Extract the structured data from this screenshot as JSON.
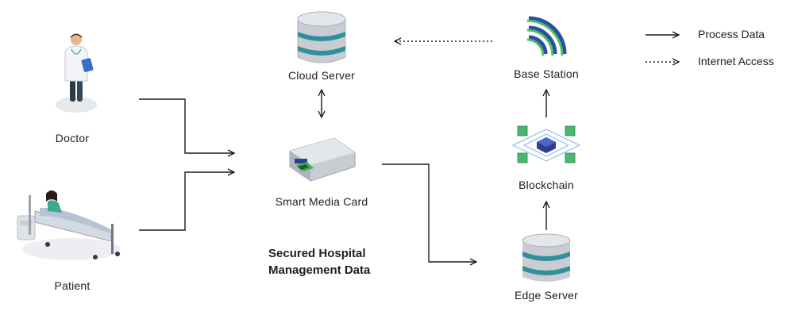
{
  "nodes": {
    "doctor": "Doctor",
    "patient": "Patient",
    "cloud_server": "Cloud Server",
    "smart_media_card": "Smart Media Card",
    "base_station": "Base Station",
    "blockchain": "Blockchain",
    "edge_server": "Edge Server"
  },
  "title": {
    "line1": "Secured Hospital",
    "line2": "Management Data"
  },
  "legend": {
    "process": "Process Data",
    "internet": "Internet Access"
  },
  "colors": {
    "line": "#1a1a1a",
    "db_teal": "#2f8f9a",
    "db_silver": "#c9cdd3",
    "wifi_green": "#4cbf5a",
    "wifi_blue": "#2a4ea8",
    "chain_green": "#48b870",
    "chain_blue": "#2c3f91"
  }
}
